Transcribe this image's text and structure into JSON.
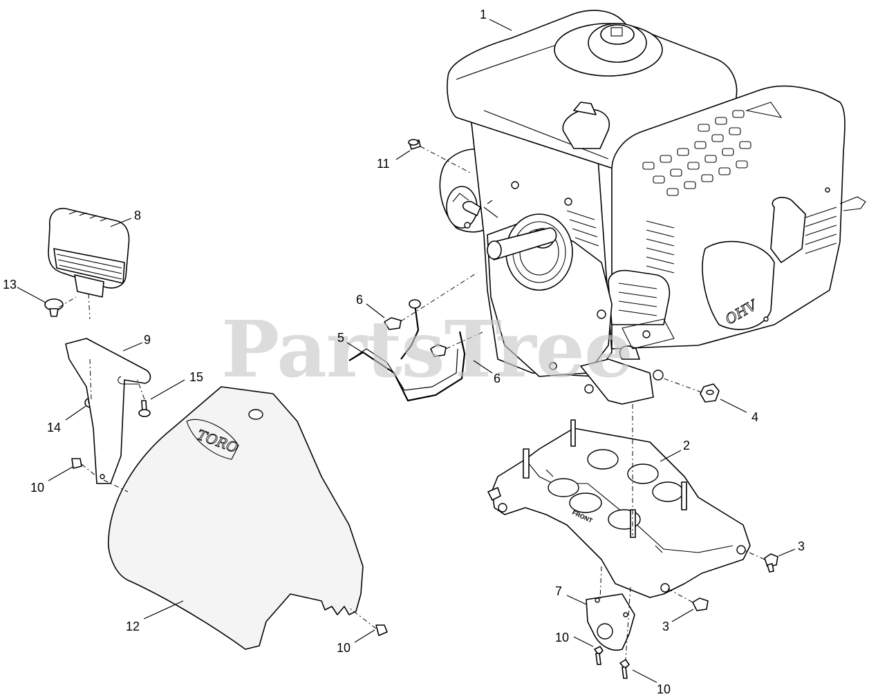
{
  "watermark": "PartsTree",
  "emboss_text": {
    "shroud_logo": "TORO",
    "engine_badge": "OHV",
    "plate_marking": "FRONT"
  },
  "callouts": [
    {
      "id": "c1",
      "label": "1"
    },
    {
      "id": "c2",
      "label": "2"
    },
    {
      "id": "c3a",
      "label": "3"
    },
    {
      "id": "c3b",
      "label": "3"
    },
    {
      "id": "c4",
      "label": "4"
    },
    {
      "id": "c5",
      "label": "5"
    },
    {
      "id": "c6a",
      "label": "6"
    },
    {
      "id": "c6b",
      "label": "6"
    },
    {
      "id": "c7",
      "label": "7"
    },
    {
      "id": "c8",
      "label": "8"
    },
    {
      "id": "c9",
      "label": "9"
    },
    {
      "id": "c10a",
      "label": "10"
    },
    {
      "id": "c10b",
      "label": "10"
    },
    {
      "id": "c10c",
      "label": "10"
    },
    {
      "id": "c10d",
      "label": "10"
    },
    {
      "id": "c11",
      "label": "11"
    },
    {
      "id": "c12",
      "label": "12"
    },
    {
      "id": "c13",
      "label": "13"
    },
    {
      "id": "c14",
      "label": "14"
    },
    {
      "id": "c15",
      "label": "15"
    }
  ]
}
